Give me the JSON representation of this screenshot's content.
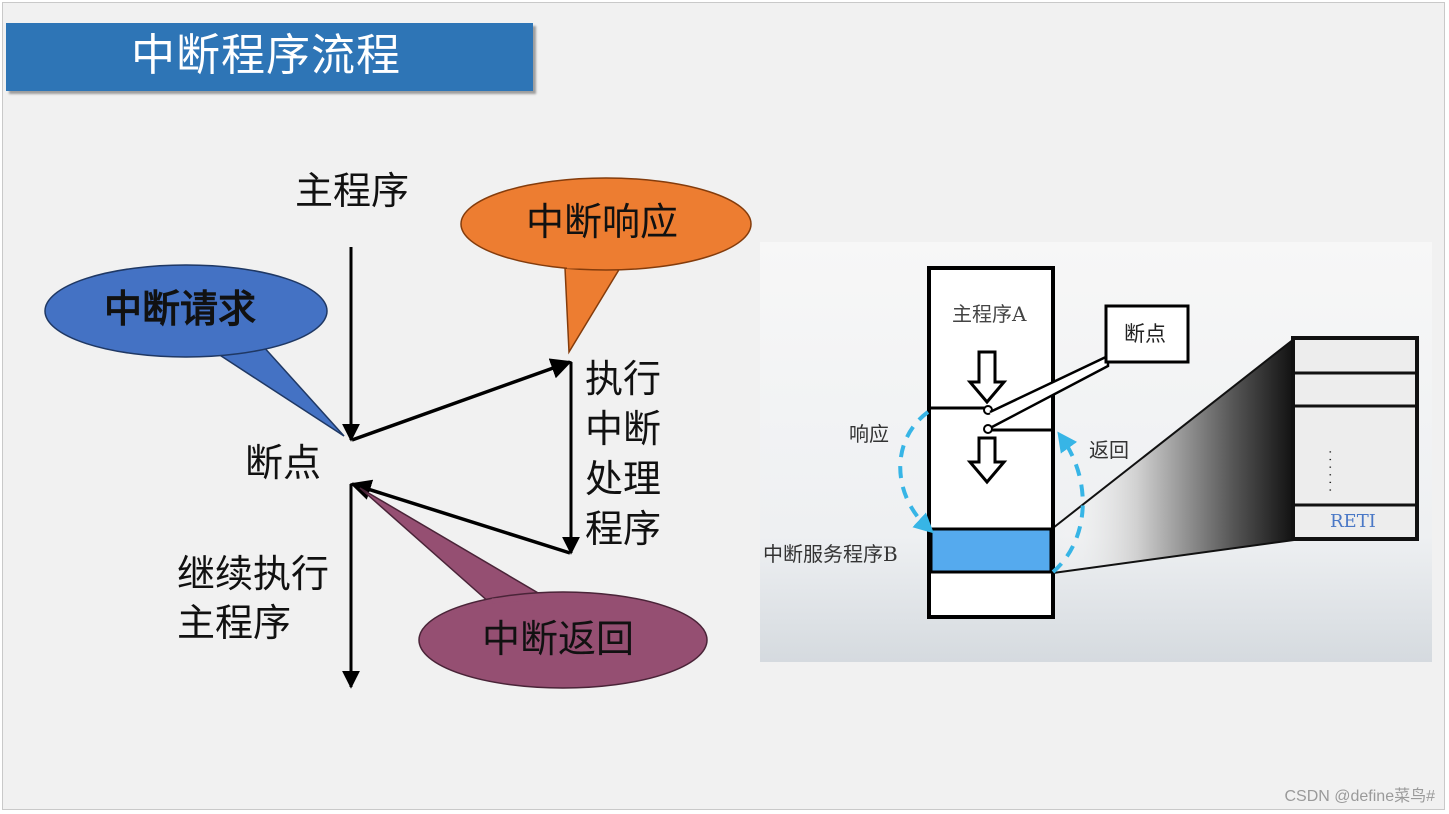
{
  "title": "中断程序流程",
  "left_diagram": {
    "main_program": "主程序",
    "breakpoint": "断点",
    "continue_main": [
      "继续执行",
      "主程序"
    ],
    "execute_isr": [
      "执行",
      "中断",
      "处理",
      "程序"
    ],
    "bubbles": {
      "request": "中断请求",
      "response": "中断响应",
      "return": "中断返回"
    }
  },
  "right_figure": {
    "main_program_a": "主程序A",
    "breakpoint": "断点",
    "response": "响应",
    "return": "返回",
    "service_routine": "中断服务程序B",
    "reti": "RETI",
    "dots": "· · · · · ·"
  },
  "colors": {
    "title_bg": "#2e75b6",
    "request_bubble": "#4472c4",
    "response_bubble": "#ed7d31",
    "return_bubble": "#954f72",
    "service_block": "#55aaee",
    "dashed_arrow": "#37b5e6"
  },
  "watermark": "CSDN @define菜鸟#"
}
